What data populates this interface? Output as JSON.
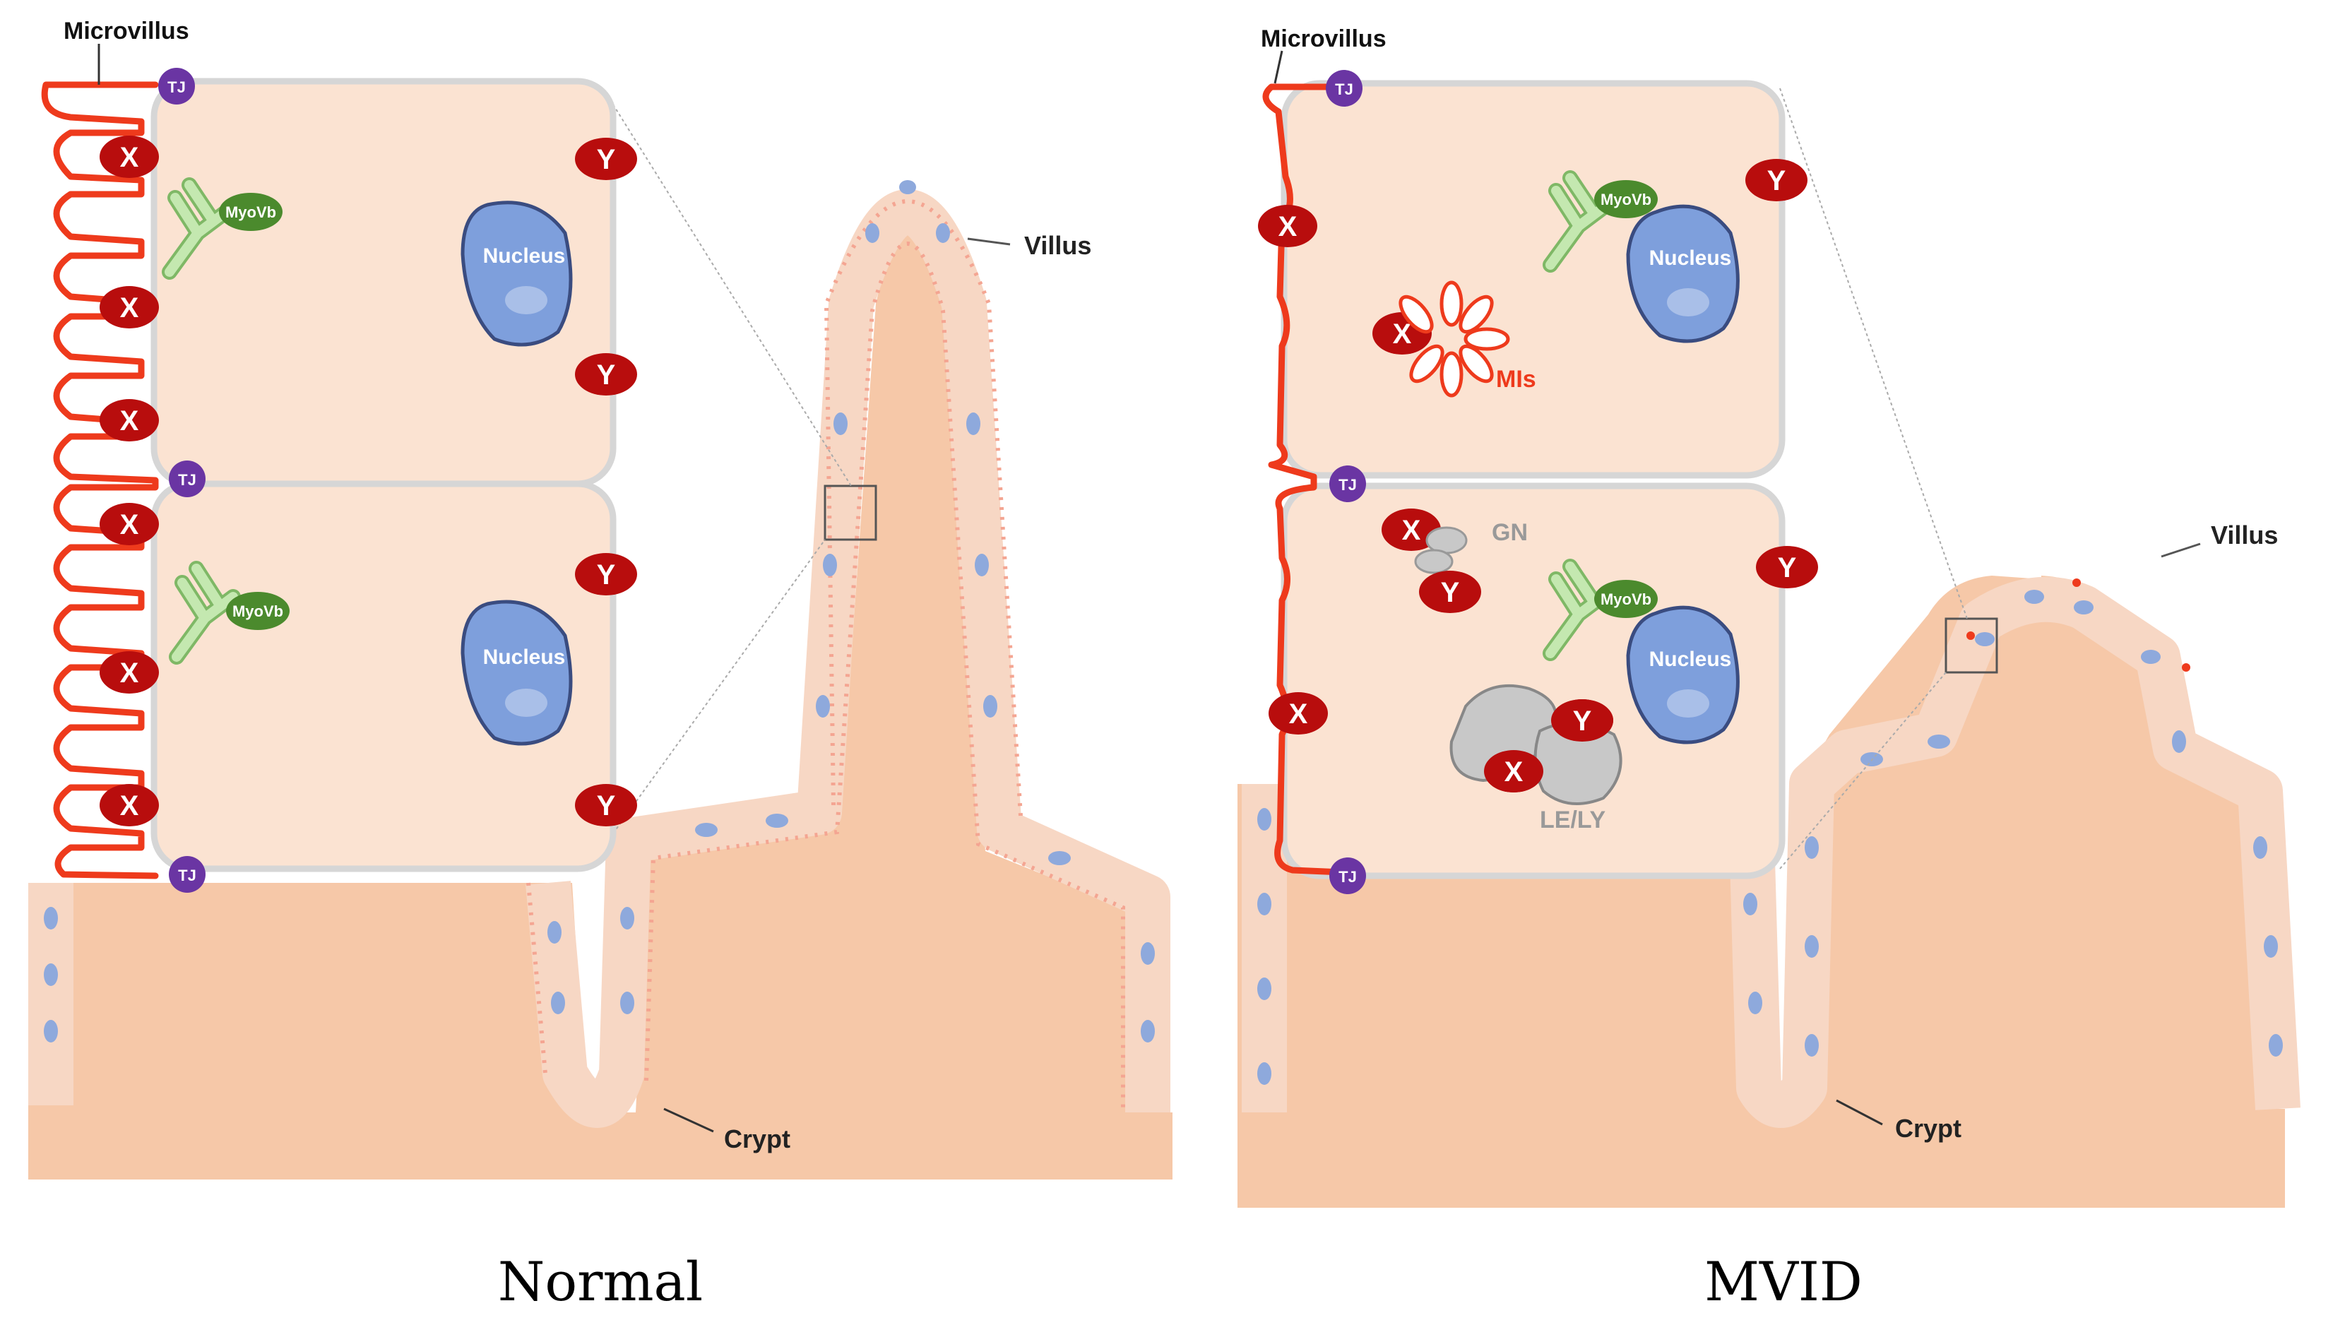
{
  "panels": [
    {
      "caption": "Normal",
      "labels": {
        "microvillus": "Microvillus",
        "villus": "Villus",
        "crypt": "Crypt",
        "tj": "TJ",
        "x": "X",
        "y": "Y",
        "myovb": "MyoVb",
        "nucleus": "Nucleus"
      }
    },
    {
      "caption": "MVID",
      "labels": {
        "microvillus": "Microvillus",
        "villus": "Villus",
        "crypt": "Crypt",
        "tj": "TJ",
        "x": "X",
        "y": "Y",
        "myovb": "MyoVb",
        "nucleus": "Nucleus",
        "mis": "MIs",
        "gn": "GN",
        "lely": "LE/LY"
      }
    }
  ],
  "colors": {
    "tissue": "#f6c8a8",
    "cell": "#fbe3d2",
    "cell_border": "#d6d6d6",
    "membrane": "#ee3a1c",
    "marker": "#b80d0d",
    "tj": "#6a35a3",
    "myovb_stem": "#c4e8b0",
    "myovb_head": "#4b8a2d",
    "nucleus": "#7e9fdc",
    "nucleus_border": "#3a4c80",
    "vesicle": "#c8c8c8"
  }
}
